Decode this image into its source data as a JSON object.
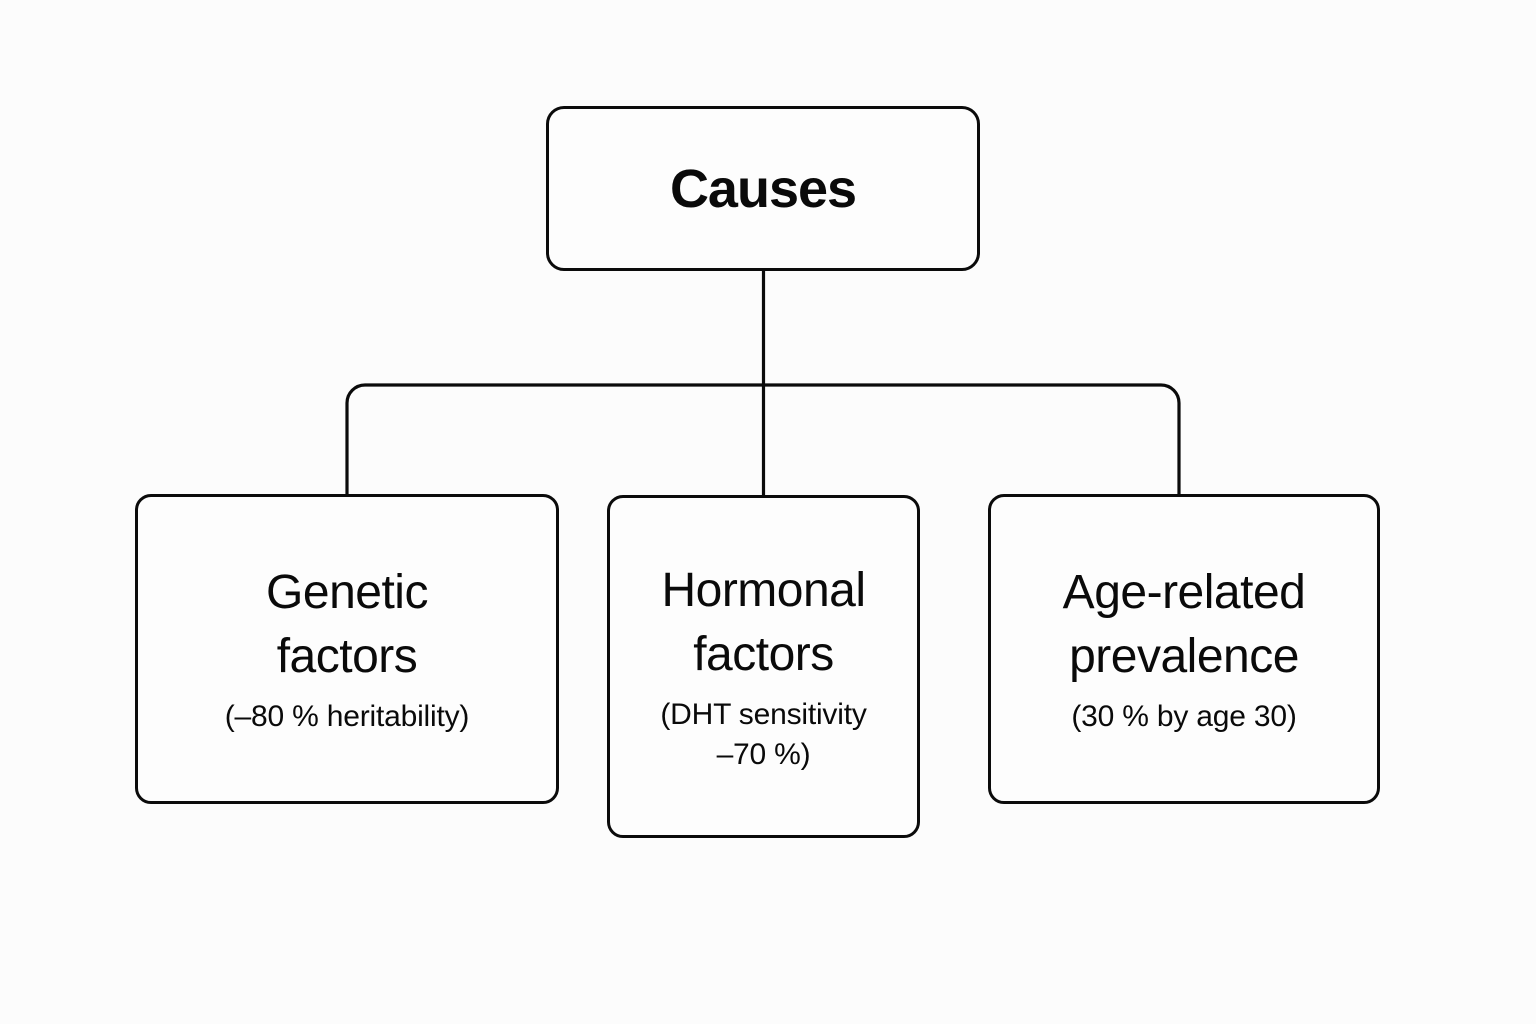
{
  "diagram": {
    "type": "tree",
    "orientation": "top-down",
    "background_color": "#fcfcfc",
    "line_color": "#0b0b0b",
    "text_color": "#0a0a0a",
    "root": {
      "id": "causes",
      "title": "Causes"
    },
    "children": [
      {
        "id": "genetic",
        "title": "Genetic\nfactors",
        "subtitle": "(–80 % heritability)"
      },
      {
        "id": "hormonal",
        "title": "Hormonal\nfactors",
        "subtitle": "(DHT sensitivity\n–70 %)"
      },
      {
        "id": "age",
        "title": "Age-related\nprevalence",
        "subtitle": "(30 % by age 30)"
      }
    ]
  }
}
